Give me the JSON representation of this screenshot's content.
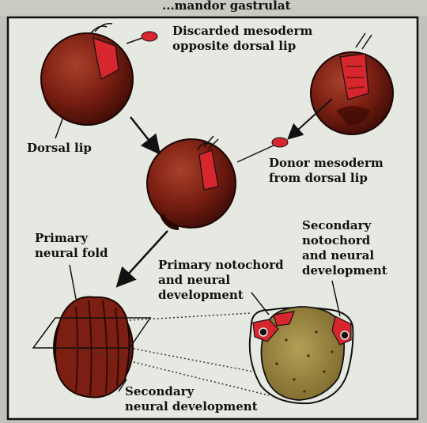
{
  "header_fragment": "...mandor gastrulat",
  "labels": {
    "discarded": [
      "Discarded mesoderm",
      "opposite dorsal lip"
    ],
    "dorsal_lip": "Dorsal lip",
    "donor": [
      "Donor mesoderm",
      "from dorsal lip"
    ],
    "primary_neural_fold": [
      "Primary",
      "neural fold"
    ],
    "secondary_notochord": [
      "Secondary",
      "notochord",
      "and neural",
      "development"
    ],
    "primary_notochord": [
      "Primary notochord",
      "and neural",
      "development"
    ],
    "secondary_neural": [
      "Secondary",
      "neural development"
    ]
  },
  "colors": {
    "background_page": "#bfc2ba",
    "panel": "#e6e9e1",
    "embryo": "#7a1f12",
    "tissue_red": "#d8262f",
    "yolk": "#9d8a42",
    "outline": "#111111"
  }
}
